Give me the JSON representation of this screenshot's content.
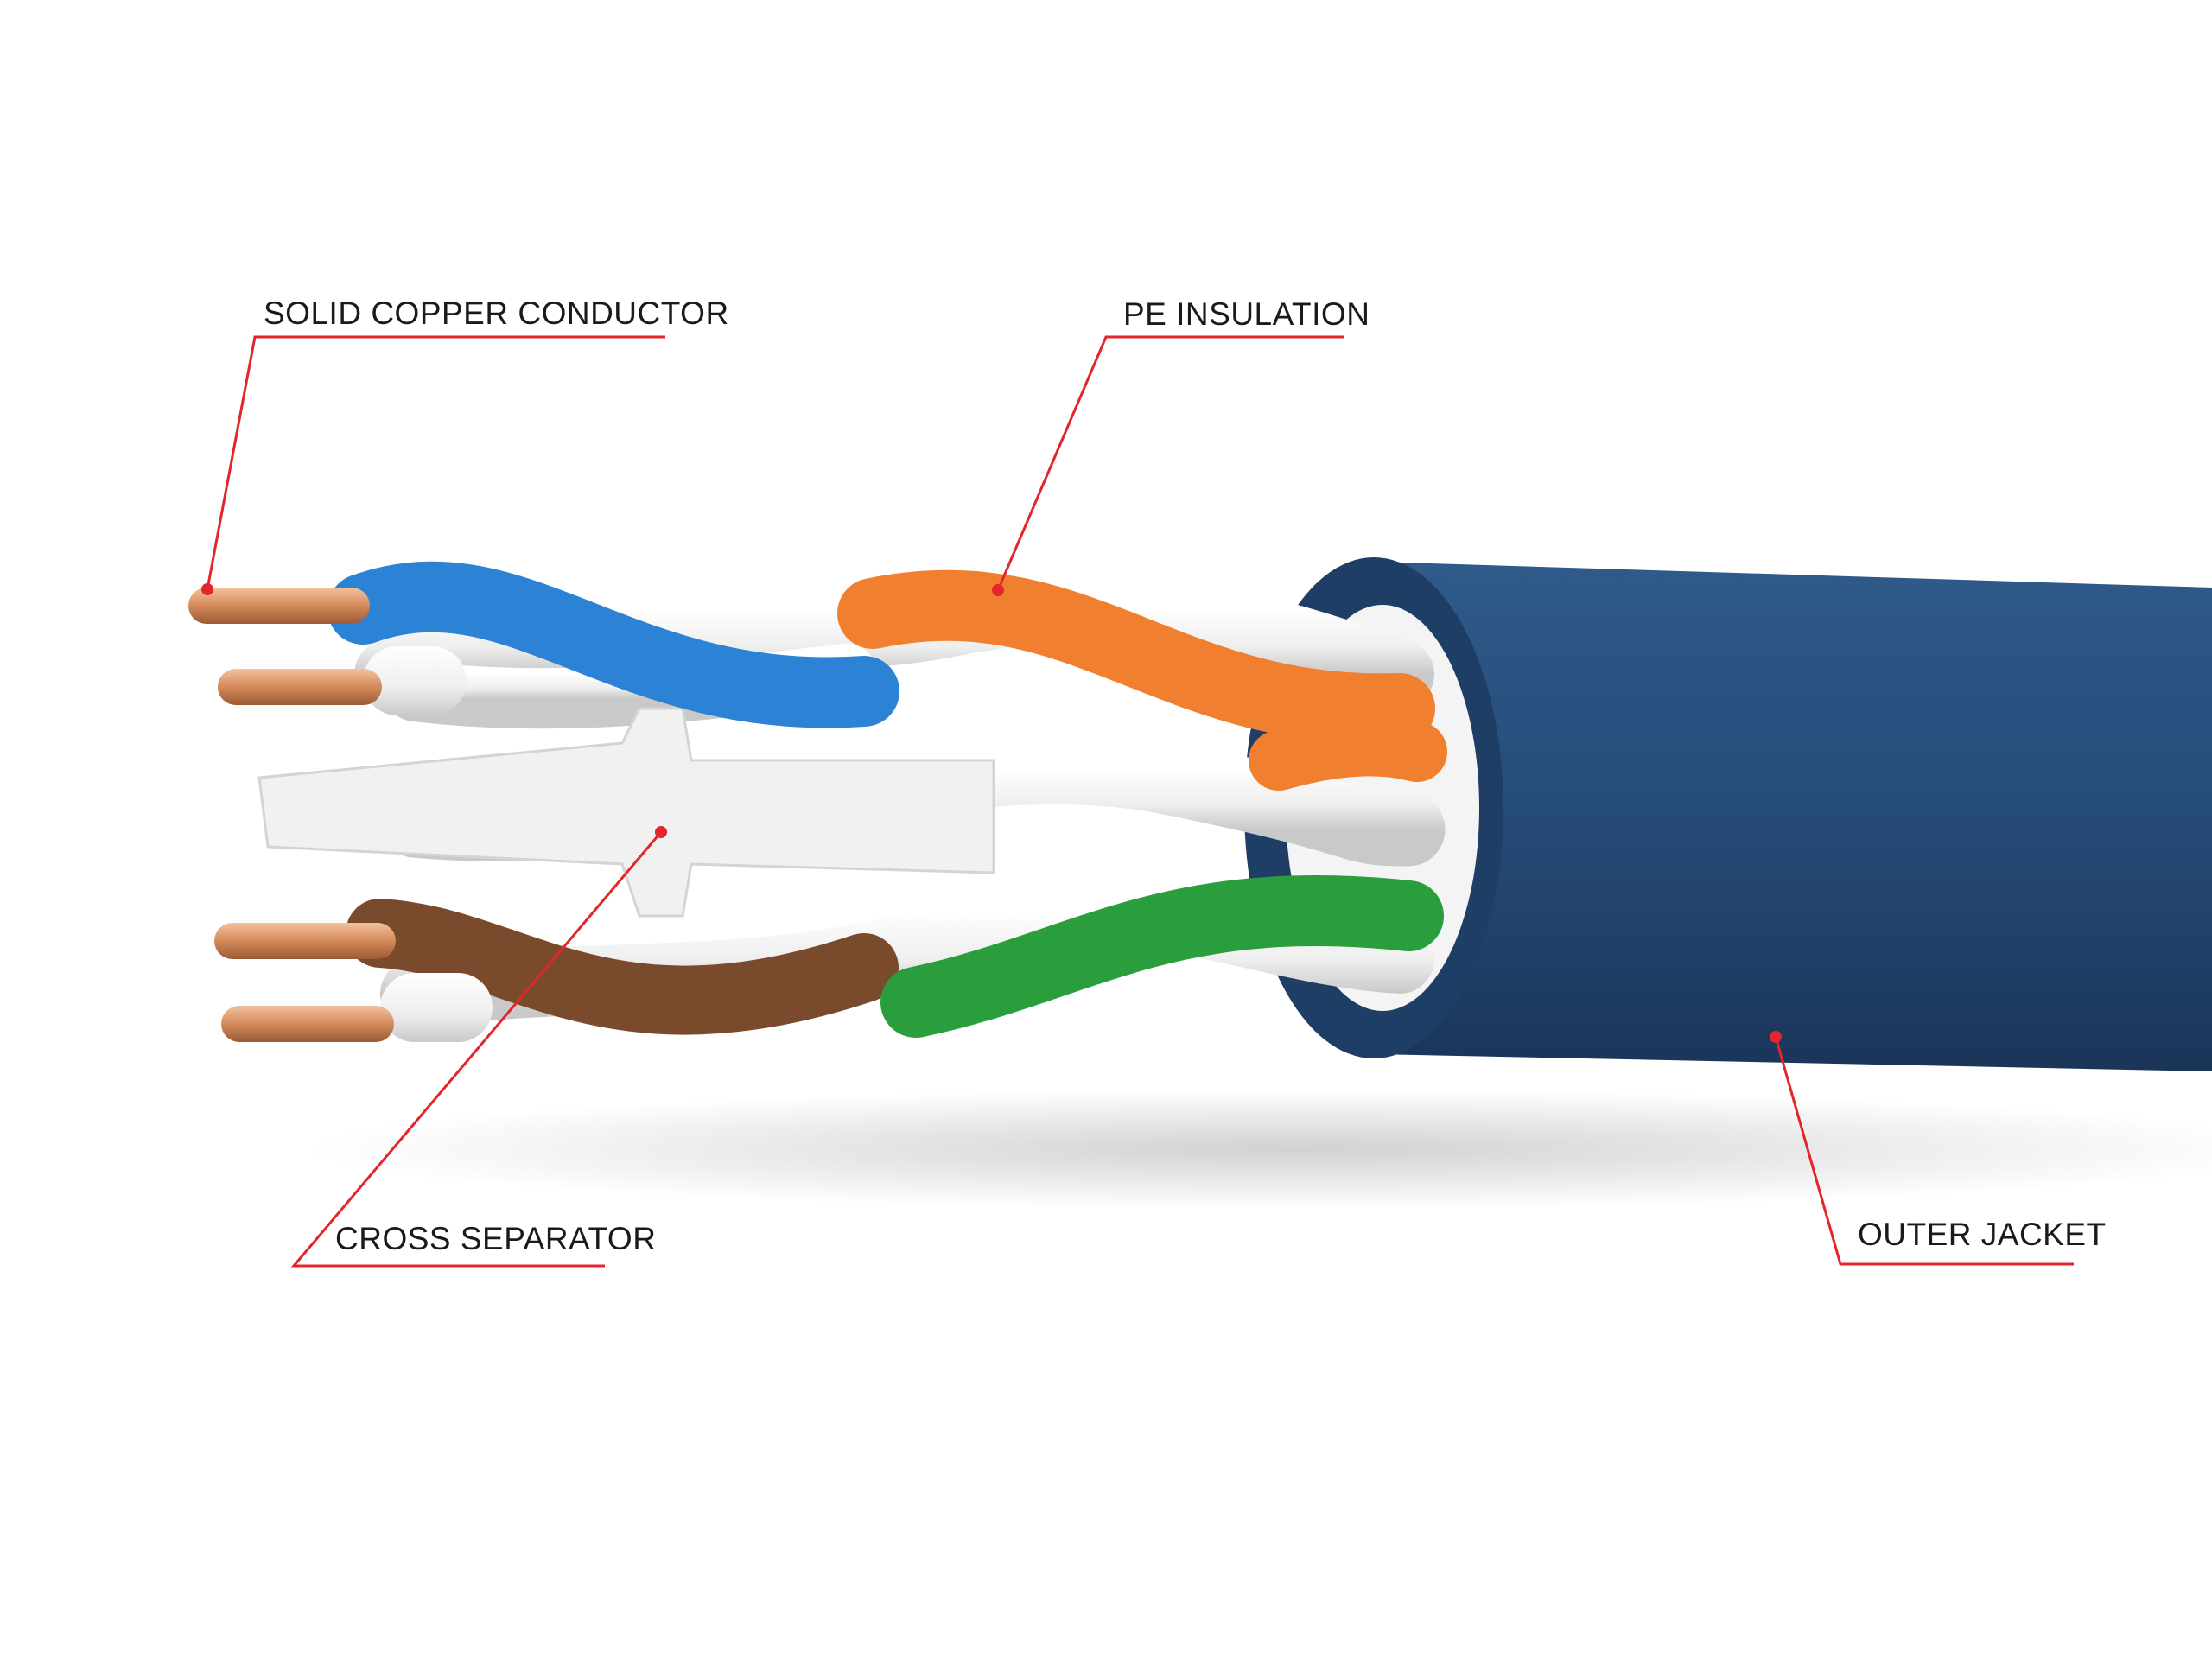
{
  "colors": {
    "callout": "#e3262a",
    "jacket": "#274d7a",
    "jacket_dark": "#1d3a60",
    "copper": "#d99566",
    "blue_wire": "#2c83d6",
    "orange_wire": "#f0802f",
    "green_wire": "#2a9d3d",
    "brown_wire": "#7a4a2c",
    "white_wire": "#f2f2f2"
  },
  "labels": {
    "conductor": "SOLID COPPER CONDUCTOR",
    "insulation": "PE INSULATION",
    "separator": "CROSS SEPARATOR",
    "jacket": "OUTER JACKET"
  }
}
